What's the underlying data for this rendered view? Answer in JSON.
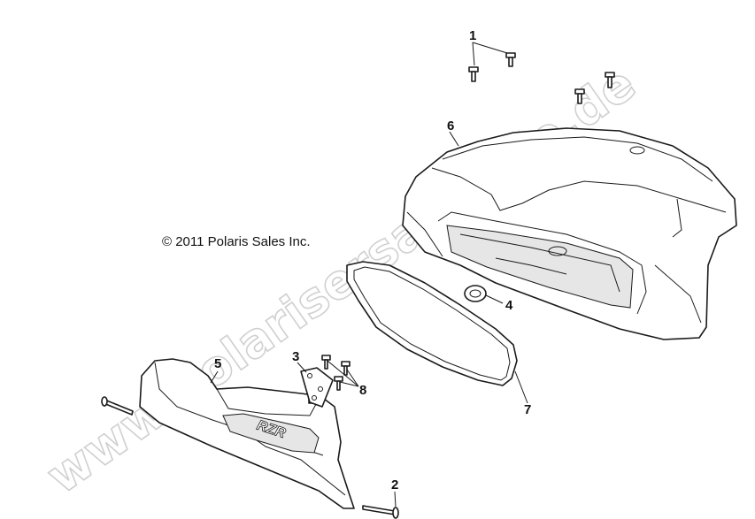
{
  "copyright": "© 2011 Polaris Sales Inc.",
  "watermark": "www.polarisersatzteile.de",
  "logo_text": "RZR",
  "callouts": {
    "c1": "1",
    "c2": "2",
    "c3": "3",
    "c4": "4",
    "c5": "5",
    "c6": "6",
    "c7": "7",
    "c8": "8"
  },
  "colors": {
    "line": "#1a1a1a",
    "watermark": "#d0d0d0",
    "background": "#ffffff"
  }
}
